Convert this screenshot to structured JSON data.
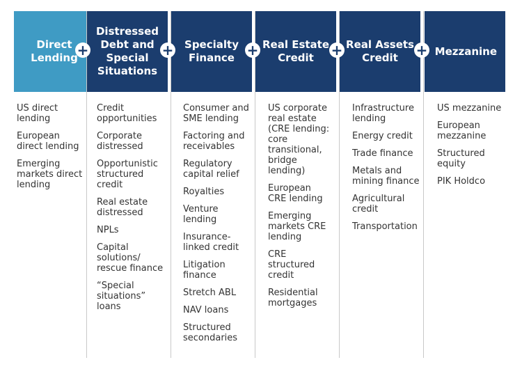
{
  "columns": [
    {
      "title": "Direct Lending",
      "style": "light",
      "items": [
        "US direct lending",
        "European direct lending",
        "Emerging markets direct lending"
      ]
    },
    {
      "title": "Distressed Debt and Special Situations",
      "style": "dark",
      "items": [
        "Credit opportunities",
        "Corporate distressed",
        "Opportunistic structured credit",
        "Real estate distressed",
        "NPLs",
        "Capital solutions/ rescue finance",
        "“Special situations” loans"
      ]
    },
    {
      "title": "Specialty Finance",
      "style": "dark",
      "items": [
        "Consumer and SME lending",
        "Factoring and receivables",
        "Regulatory capital relief",
        "Royalties",
        "Venture lending",
        "Insurance-linked credit",
        "Litigation finance",
        "Stretch ABL",
        "NAV loans",
        "Structured secondaries"
      ]
    },
    {
      "title": "Real Estate Credit",
      "style": "dark",
      "items": [
        "US corporate real estate (CRE lending: core transitional, bridge lending)",
        "European CRE lending",
        "Emerging markets CRE lending",
        "CRE structured credit",
        "Residential mortgages"
      ]
    },
    {
      "title": "Real Assets Credit",
      "style": "dark",
      "items": [
        "Infrastructure lending",
        "Energy credit",
        "Trade finance",
        "Metals and mining finance",
        "Agricultural credit",
        "Transportation"
      ]
    },
    {
      "title": "Mezzanine",
      "style": "dark",
      "items": [
        "US mezzanine",
        "European mezzanine",
        "Structured equity",
        "PIK Holdco"
      ]
    }
  ],
  "connector_symbol": "+",
  "colors": {
    "light_header": "#3f9bc4",
    "dark_header": "#1b3d6e",
    "text": "#333333"
  }
}
